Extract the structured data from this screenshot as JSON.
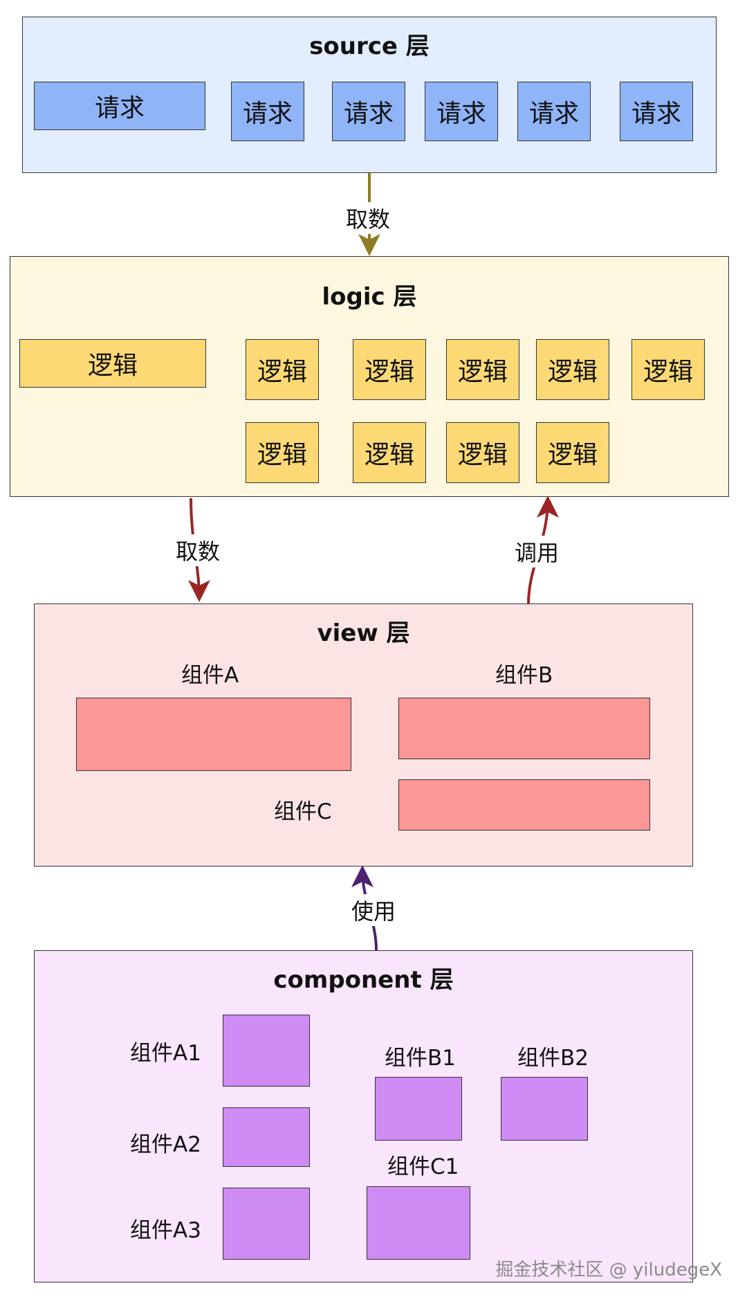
{
  "colors": {
    "source_bg": "#e2eefd",
    "logic_bg": "#fef7df",
    "view_bg": "#fde4e4",
    "component_bg": "#f9e5fc",
    "request_box": "#8fb4f7",
    "logic_box": "#fcd975",
    "view_box": "#fb9797",
    "component_box": "#cf8bf4",
    "arrow_source_logic": "#917a25",
    "arrow_logic_view": "#9b2525",
    "arrow_component_view": "#4c2170"
  },
  "source": {
    "title": "source 层",
    "requests": [
      "请求",
      "请求",
      "请求",
      "请求",
      "请求",
      "请求"
    ]
  },
  "logic": {
    "title": "logic 层",
    "boxes": [
      "逻辑",
      "逻辑",
      "逻辑",
      "逻辑",
      "逻辑",
      "逻辑",
      "逻辑",
      "逻辑",
      "逻辑",
      "逻辑"
    ]
  },
  "view": {
    "title": "view 层",
    "components": [
      "组件A",
      "组件B",
      "组件C"
    ]
  },
  "component": {
    "title": "component 层",
    "components": [
      "组件A1",
      "组件A2",
      "组件A3",
      "组件B1",
      "组件B2",
      "组件C1"
    ]
  },
  "edges": {
    "source_to_logic": "取数",
    "logic_to_view": "取数",
    "view_to_logic": "调用",
    "component_to_view": "使用"
  },
  "watermark": "掘金技术社区 @ yiludegeX"
}
